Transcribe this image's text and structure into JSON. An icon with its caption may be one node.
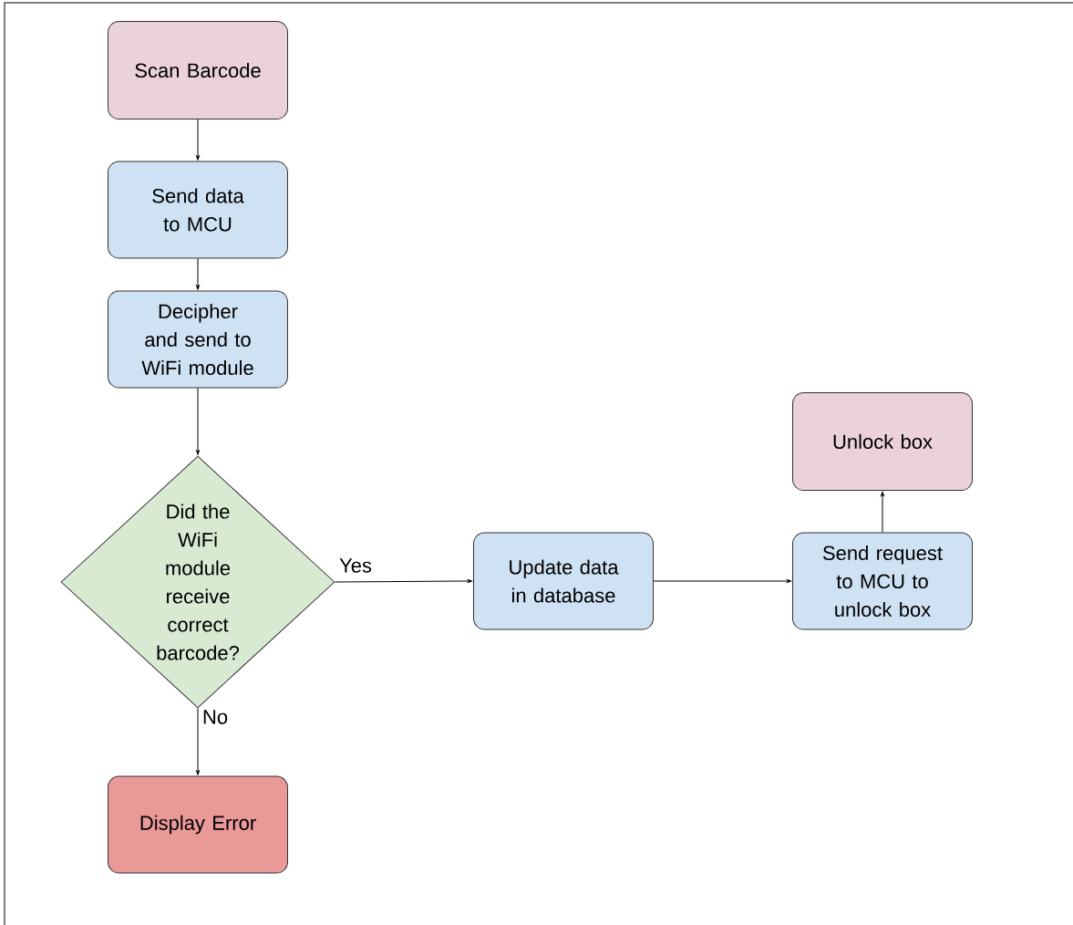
{
  "diagram": {
    "nodes": [
      {
        "text": [
          "Scan Barcode"
        ]
      },
      {
        "text": [
          "Send data to MCU"
        ]
      },
      {
        "text": [
          "Decipher and send to WiFi module"
        ]
      },
      {
        "text": [
          "Did the WiFi module receive correct barcode?"
        ]
      },
      {
        "text": [
          "Update data in database"
        ]
      },
      {
        "text": [
          "Send request to MCU to unlock box"
        ]
      },
      {
        "text": [
          "Unlock box"
        ]
      },
      {
        "text": [
          "Display Error"
        ]
      }
    ],
    "edges": [
      {
        "from": 0,
        "to": 1,
        "arrow": "to"
      },
      {
        "from": 1,
        "to": 2,
        "arrow": "to"
      },
      {
        "from": 2,
        "to": 3,
        "arrow": "to"
      },
      {
        "from": 3,
        "to": 4,
        "arrow": "to",
        "label": "Yes"
      },
      {
        "from": 4,
        "to": 5,
        "arrow": "to"
      },
      {
        "from": 5,
        "to": 6,
        "arrow": "to"
      },
      {
        "from": 3,
        "to": 7,
        "arrow": "to",
        "label": "No"
      }
    ]
  }
}
